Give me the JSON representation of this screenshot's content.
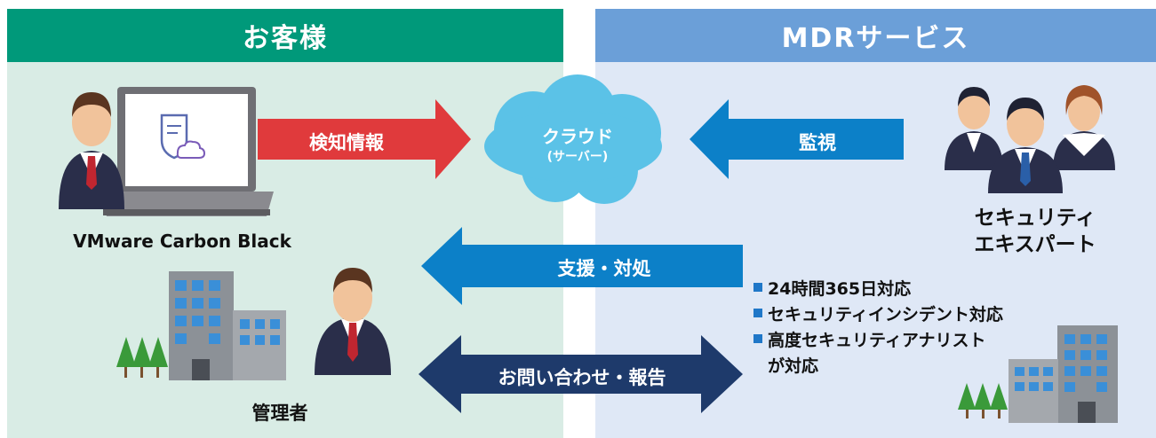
{
  "customer": {
    "title": "お客様",
    "product_label": "VMware Carbon Black",
    "admin_label": "管理者"
  },
  "mdr": {
    "title": "MDRサービス",
    "expert_label": [
      "セキュリティ",
      "エキスパート"
    ]
  },
  "cloud": {
    "title": "クラウド",
    "subtitle": "(サーバー)"
  },
  "arrows": {
    "detect": "検知情報",
    "monitor": "監視",
    "support": "支援・対処",
    "inquiry": "お問い合わせ・報告"
  },
  "features": [
    "24時間365日対応",
    "セキュリティインシデント対応",
    "高度セキュリティアナリスト",
    "が対応"
  ],
  "colors": {
    "customer_header": "#00997a",
    "customer_bg": "#d9ece5",
    "mdr_header": "#6b9fd8",
    "mdr_bg": "#dfe8f6",
    "detect_arrow": "#e03a3c",
    "monitor_arrow": "#0c80c8",
    "support_arrow": "#0c80c8",
    "inquiry_arrow": "#1e3a6b",
    "cloud": "#5bc2e7"
  }
}
